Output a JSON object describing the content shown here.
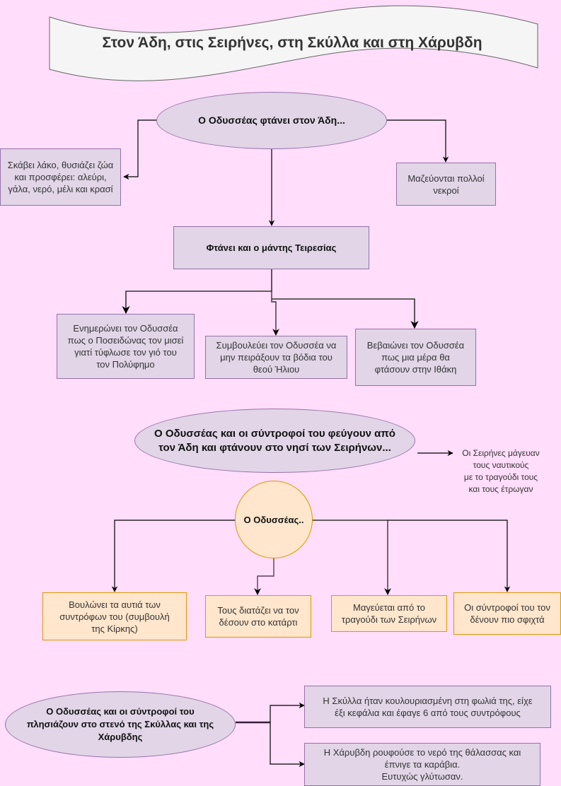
{
  "title": "Στον Άδη, στις Σειρήνες, στη Σκύλλα και στη Χάρυβδη",
  "colors": {
    "background": "#ffddfb",
    "purple_fill": "#e1d5e7",
    "purple_stroke": "#9673a6",
    "orange_fill": "#ffe6cc",
    "orange_stroke": "#d79b00",
    "title_fill": "#f5f5f5"
  },
  "hades": {
    "main": "Ο Οδυσσέας φτάνει στον Άδη...",
    "left": "Σκάβει λάκο, θυσιάζει ζώα\nκαι προσφέρει: αλεύρι,\nγάλα, νερό, μέλι και κρασί",
    "right": "Μαζεύονται πολλοί\nνεκροί",
    "tiresias": "Φτάνει και ο μάντης Τειρεσίας",
    "tiresias_children": [
      "Ενημερώνει τον Οδυσσέα\nπως ο Ποσειδώνας τον μισεί\nγιατί τύφλωσε τον γιό του\nτον Πολύφημο",
      "Συμβουλεύει τον Οδυσσέα να\nμην πειράξουν τα βόδια του\nθεού Ήλιου",
      "Βεβαιώνει τον Οδυσσέα\nπως μια μέρα θα\nφτάσουν στην Ιθάκη"
    ]
  },
  "sirens": {
    "main": "Ο Οδυσσέας και οι σύντροφοί του φεύγουν από\nτον Άδη και φτάνουν στο νησί των Σειρήνων...",
    "note": "Οι Σειρήνες μάγευαν\nτους ναυτικούς\nμε το τραγούδι τους\nκαι τους έτρωγαν",
    "odysseus": "Ο Οδυσσέας..",
    "actions": [
      "Βουλώνει τα αυτιά των\nσυντρόφων του (συμβουλή\nτης Κίρκης)",
      "Τους διατάζει να τον\nδέσουν στο κατάρτι",
      "Μαγεύεται από το\nτραγούδι των Σειρήνων",
      "Οι σύντροφοί του τον\nδένουν πιο σφιχτά"
    ]
  },
  "scylla": {
    "main": "Ο Οδυσσέας και οι σύντροφοί του\nπλησιάζουν στο στενό της Σκύλλας και της\nΧάρυβδης",
    "outcomes": [
      "Η Σκύλλα ήταν κουλουριασμένη στη φωλιά της, είχε\nέξι κεφάλια και έφαγε 6 από τους συντρόφους",
      "Η Χάρυβδη ρουφούσε το νερό της θάλασσας και\nέπνιγε τα καράβια.\nΕυτυχώς γλύτωσαν."
    ]
  }
}
